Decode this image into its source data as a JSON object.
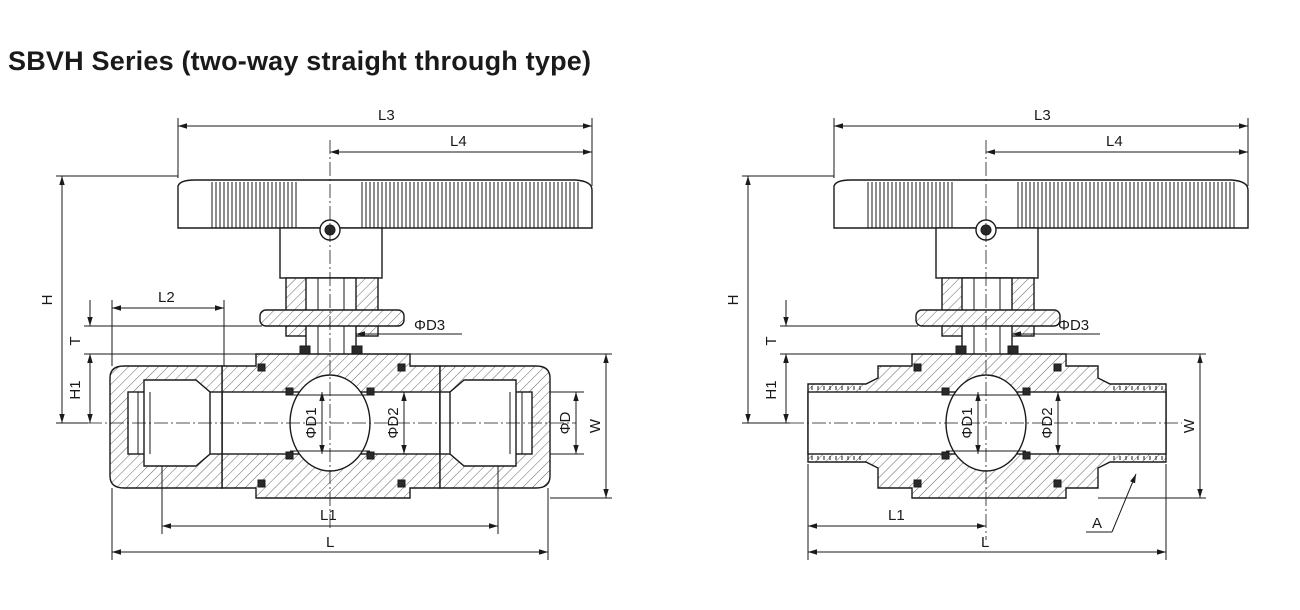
{
  "title": "SBVH Series (two-way straight through type)",
  "diagrams": [
    {
      "id": "compression-end",
      "labels": {
        "L3": "L3",
        "L4": "L4",
        "H": "H",
        "T": "T",
        "H1": "H1",
        "L2": "L2",
        "D3": "ΦD3",
        "D1": "ΦD1",
        "D2": "ΦD2",
        "D": "ΦD",
        "W": "W",
        "L1": "L1",
        "L": "L"
      }
    },
    {
      "id": "threaded-end",
      "labels": {
        "L3": "L3",
        "L4": "L4",
        "H": "H",
        "T": "T",
        "H1": "H1",
        "D3": "ΦD3",
        "D1": "ΦD1",
        "D2": "ΦD2",
        "W": "W",
        "L1": "L1",
        "L": "L",
        "A": "A"
      }
    }
  ]
}
